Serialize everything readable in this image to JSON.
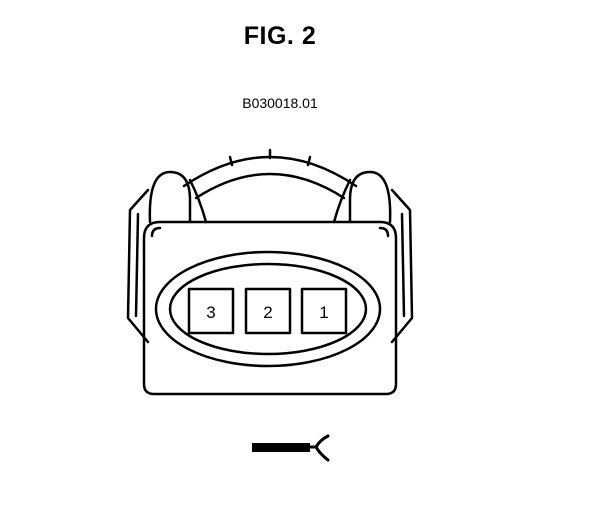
{
  "figure": {
    "title": "FIG. 2",
    "code": "B030018.01"
  },
  "connector": {
    "pins": [
      {
        "label": "3"
      },
      {
        "label": "2"
      },
      {
        "label": "1"
      }
    ]
  },
  "icons": {
    "connector": "electrical-connector-icon",
    "wire": "wire-harness-icon"
  },
  "colors": {
    "line": "#000000",
    "background": "#ffffff"
  }
}
